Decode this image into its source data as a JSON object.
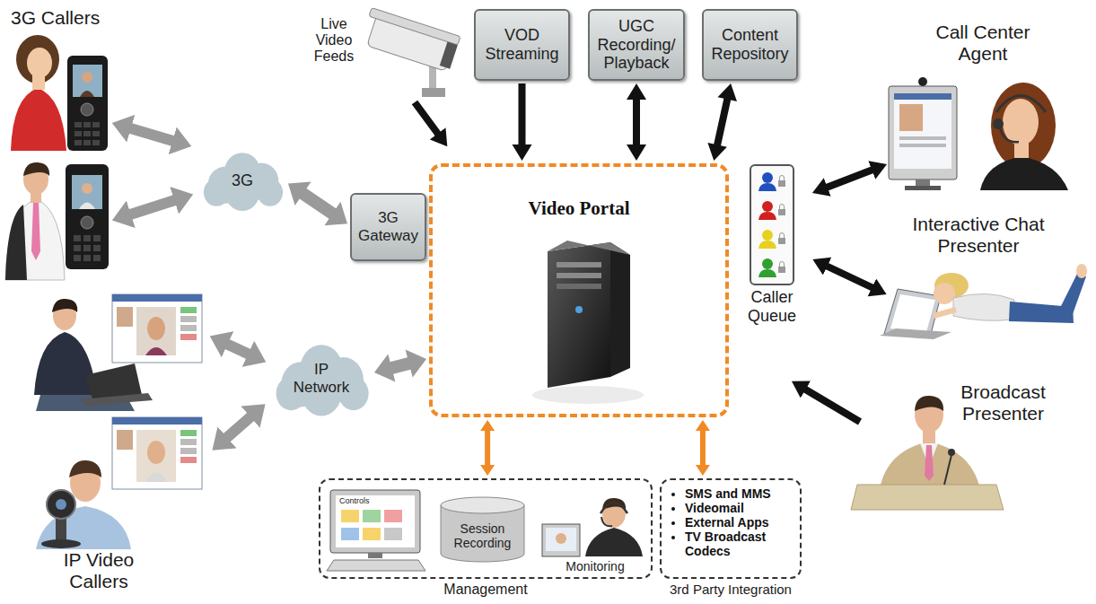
{
  "diagram": {
    "nodes": [
      {
        "text": [
          "VOD Streaming"
        ]
      },
      {
        "text": [
          "UGC Recording/ Playback"
        ]
      },
      {
        "text": [
          "Content Repository"
        ]
      },
      {
        "text": [
          "3G"
        ]
      },
      {
        "text": [
          "3G Gateway"
        ]
      },
      {
        "text": [
          "Video Portal"
        ]
      },
      {
        "text": [
          "Caller Queue"
        ]
      },
      {
        "text": [
          "IP Network"
        ]
      },
      {
        "text": [
          "Management"
        ]
      },
      {
        "text": [
          "Session Recording"
        ],
        "in": 8
      },
      {
        "text": [
          "SMS and MMS",
          "Videomail",
          "External Apps",
          "TV Broadcast Codecs",
          "3rd Party Integration"
        ]
      }
    ],
    "edges": [
      {
        "from": 0,
        "to": 5,
        "arrow": "to"
      },
      {
        "from": 1,
        "to": 5,
        "arrow": "both"
      },
      {
        "from": 2,
        "to": 5,
        "arrow": "both"
      },
      {
        "from": 3,
        "to": 4,
        "arrow": "both"
      },
      {
        "from": 7,
        "to": 5,
        "arrow": "both"
      },
      {
        "from": 5,
        "to": 8,
        "arrow": "both"
      },
      {
        "from": 5,
        "to": 10,
        "arrow": "both"
      }
    ],
    "labels": [
      "3G Callers",
      "Live Video Feeds",
      "Call Center Agent",
      "Interactive Chat Presenter",
      "Broadcast Presenter",
      "IP Video Callers",
      "Controls",
      "Monitoring"
    ]
  }
}
